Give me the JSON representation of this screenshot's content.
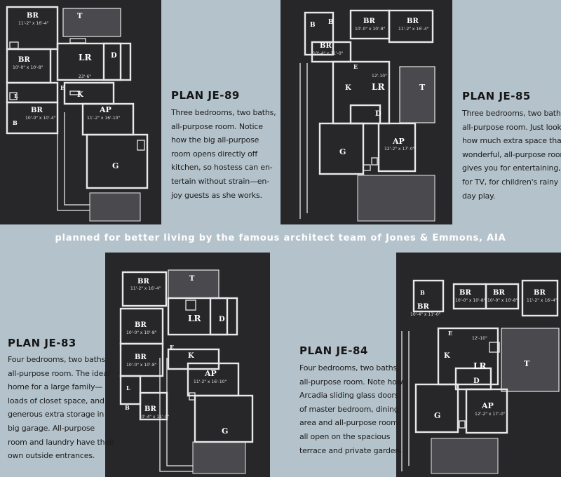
{
  "banner": "planned for better living by the famous architect team of Jones & Emmons, AIA",
  "colors": {
    "panel_blue": "#b4c3cb",
    "plan_dark": "#27272a",
    "line_white": "#e8e8e8",
    "paper": "#f2efe6"
  },
  "plans": [
    {
      "title": "PLAN JE-89",
      "description": [
        "Three bedrooms, two baths,",
        "all-purpose room. Notice",
        "how the big all-purpose",
        "room opens directly off",
        "kitchen, so hostess can en-",
        "tertain without strain—en-",
        "joy guests as she works."
      ],
      "rooms": {
        "br1": "BR",
        "br1_dim": "11'-2\" x 16'-4\"",
        "t": "T",
        "br2": "BR",
        "br2_dim": "10'-0\" x 10'-8\"",
        "lr": "LR",
        "lr_dim": "23'-6\"",
        "d": "D",
        "e": "E",
        "k": "K",
        "l": "L",
        "b": "B",
        "br3": "BR",
        "br3_dim": "10'-0\" x 10'-4\"",
        "ap": "AP",
        "ap_dim": "11'-2\" x 16'-10\"",
        "g": "G"
      }
    },
    {
      "title": "PLAN JE-85",
      "description": [
        "Three bedrooms, two baths,",
        "all-purpose room. Just look",
        "how much extra space that",
        "wonderful, all-purpose room",
        "gives you for entertaining,",
        "for TV, for children's rainy",
        "day play."
      ],
      "rooms": {
        "b1": "B",
        "b2": "B",
        "br1": "BR",
        "br1_dim": "10'-0\" x 10'-8\"",
        "br2": "BR",
        "br2_dim": "11'-2\" x 16'-4\"",
        "br3": "BR",
        "br3_dim": "10'-4\" x 11'-0\"",
        "e": "E",
        "k": "K",
        "lr": "LR",
        "lr_dim": "12'-10\"",
        "d": "D",
        "t": "T",
        "ap": "AP",
        "ap_dim": "12'-2\" x 17'-0\"",
        "g": "G"
      }
    },
    {
      "title": "PLAN JE-83",
      "description": [
        "Four bedrooms, two baths,",
        "all-purpose room. The ideal",
        "home for a large family—",
        "loads of closet space, and",
        "generous extra storage in",
        "big garage. All-purpose",
        "room and laundry have their",
        "own outside entrances."
      ],
      "rooms": {
        "br1": "BR",
        "br1_dim": "11'-2\" x 16'-4\"",
        "t": "T",
        "lr": "LR",
        "d": "D",
        "br2": "BR",
        "br2_dim": "10'-0\" x 10'-8\"",
        "br3": "BR",
        "br3_dim": "10'-0\" x 10'-8\"",
        "e": "E",
        "k": "K",
        "l": "L",
        "b": "B",
        "br4": "BR",
        "br4_dim": "10'-4\" x 11'-0\"",
        "ap": "AP",
        "ap_dim": "11'-2\" x 16'-10\"",
        "g": "G"
      }
    },
    {
      "title": "PLAN JE-84",
      "description": [
        "Four bedrooms, two baths,",
        "all-purpose room. Note how",
        "Arcadia sliding glass doors",
        "of master bedroom, dining",
        "area and all-purpose room",
        "all open on the spacious",
        "terrace and private garden."
      ],
      "rooms": {
        "br1": "BR",
        "br1_dim": "10'-4\" x 11'-0\"",
        "br2": "BR",
        "br2_dim": "10'-0\" x 10'-8\"",
        "br3": "BR",
        "br3_dim": "10'-0\" x 10'-8\"",
        "br4": "BR",
        "br4_dim": "11'-2\" x 16'-4\"",
        "b": "B",
        "e": "E",
        "k": "K",
        "lr": "LR",
        "lr_dim": "12'-10\"",
        "d": "D",
        "t": "T",
        "ap": "AP",
        "ap_dim": "12'-2\" x 17'-0\"",
        "g": "G"
      }
    }
  ]
}
